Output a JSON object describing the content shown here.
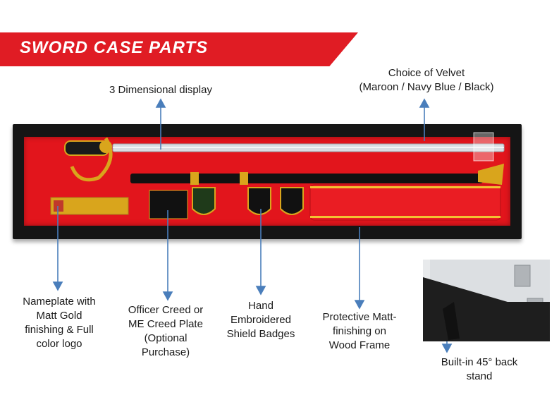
{
  "banner": {
    "title": "SWORD CASE PARTS"
  },
  "labels": {
    "three_d": "3 Dimensional display",
    "velvet_line1": "Choice of Velvet",
    "velvet_line2": "(Maroon / Navy Blue / Black)",
    "nameplate_l1": "Nameplate with",
    "nameplate_l2": "Matt Gold",
    "nameplate_l3": "finishing & Full",
    "nameplate_l4": "color logo",
    "creed_l1": "Officer Creed or",
    "creed_l2": "ME Creed Plate",
    "creed_l3": "(Optional",
    "creed_l4": "Purchase)",
    "badges_l1": "Hand",
    "badges_l2": "Embroidered",
    "badges_l3": "Shield Badges",
    "frame_l1": "Protective Matt-",
    "frame_l2": "finishing on",
    "frame_l3": "Wood Frame",
    "stand_l1": "Built-in 45° back",
    "stand_l2": "stand"
  },
  "colors": {
    "banner": "#e01c24",
    "velvet": "#e2151c",
    "frame": "#151515",
    "arrow": "#4a7ebb",
    "gold": "#d9a51c"
  },
  "icons": [
    "arrow-up-icon",
    "arrow-down-icon"
  ]
}
